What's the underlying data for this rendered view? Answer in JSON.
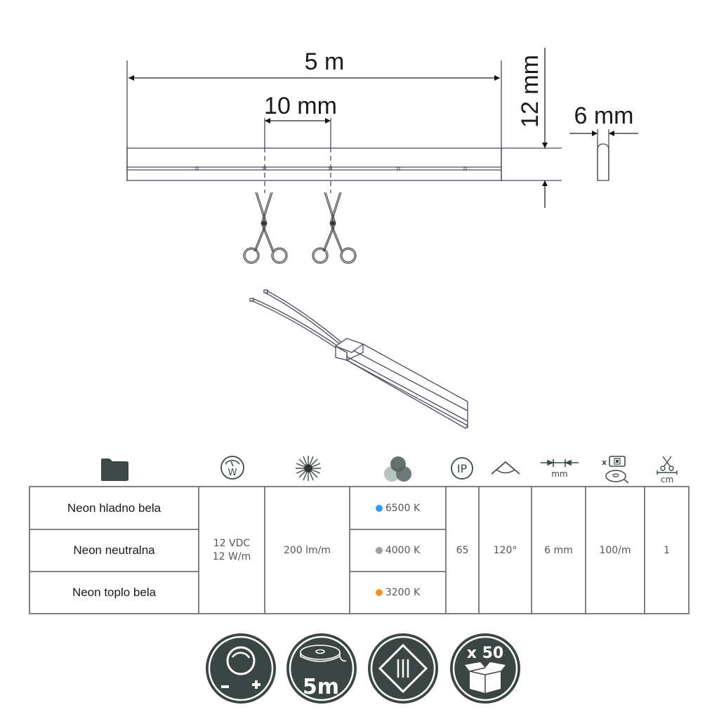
{
  "diagram": {
    "length_label": "5 m",
    "cut_interval_label": "10 mm",
    "height_label": "12 mm",
    "width_label": "6 mm",
    "cut_icon": "scissors-icon",
    "stroke_color": "#4a4a5a"
  },
  "table": {
    "header_icons": [
      {
        "name": "folder-icon",
        "meaning": "product"
      },
      {
        "name": "power-meter-icon",
        "meaning": "power"
      },
      {
        "name": "sun-brightness-icon",
        "meaning": "luminous flux"
      },
      {
        "name": "color-circles-icon",
        "meaning": "color temperature"
      },
      {
        "name": "ip-rating-icon",
        "label": "IP"
      },
      {
        "name": "beam-angle-icon",
        "meaning": "beam angle"
      },
      {
        "name": "width-mm-icon",
        "label": "mm"
      },
      {
        "name": "led-per-meter-icon",
        "label": "x"
      },
      {
        "name": "cut-length-icon",
        "label": "cm"
      }
    ],
    "rows": [
      {
        "name": "Neon hladno bela",
        "cct": "6500 K",
        "dot_color": "#2f9bf0"
      },
      {
        "name": "Neon neutralna",
        "cct": "4000 K",
        "dot_color": "#9a9e9c"
      },
      {
        "name": "Neon toplo bela",
        "cct": "3200 K",
        "dot_color": "#f39222"
      }
    ],
    "shared": {
      "voltage": "12 VDC",
      "power": "12 W/m",
      "flux": "200 lm/m",
      "ip": "65",
      "beam_angle": "120°",
      "width": "6 mm",
      "leds": "100/m",
      "cut": "1"
    },
    "border_color": "#6f7472",
    "icon_color": "#3e4a48"
  },
  "feature_badges": [
    {
      "name": "dimmable-badge",
      "minus": "-",
      "plus": "+"
    },
    {
      "name": "reel-5m-badge",
      "label": "5m"
    },
    {
      "name": "class-iii-badge",
      "label": "III"
    },
    {
      "name": "pack-x50-badge",
      "label": "x 50"
    }
  ],
  "badge_color": "#3b4543"
}
